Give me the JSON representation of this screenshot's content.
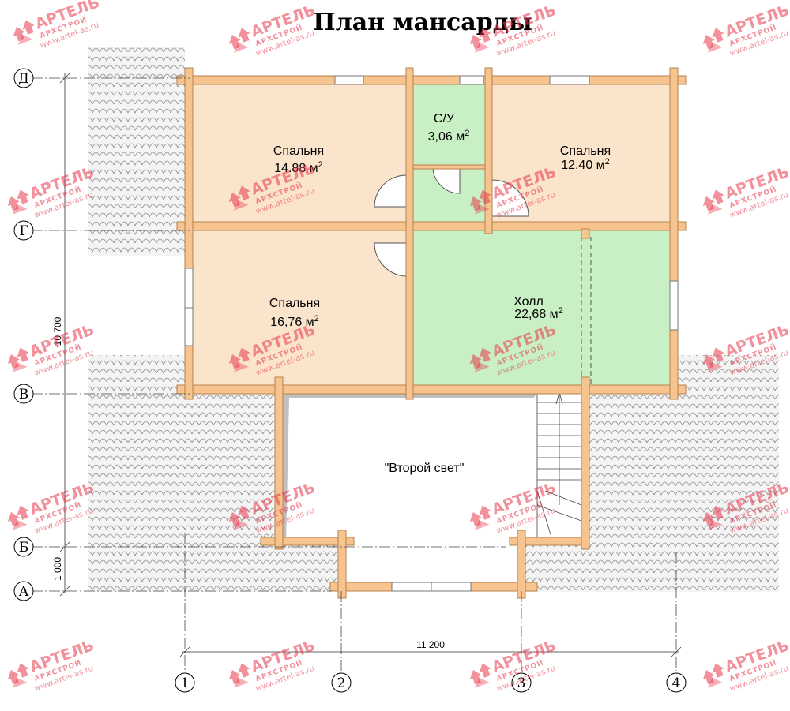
{
  "title": "План мансарды",
  "rooms": [
    {
      "id": "bedroom-1",
      "name": "Спальня",
      "area": "14.88 м",
      "unit_sup": "2"
    },
    {
      "id": "bathroom",
      "name": "С/У",
      "area": "3,06 м",
      "unit_sup": "2"
    },
    {
      "id": "bedroom-2",
      "name": "Спальня",
      "area": "12,40 м",
      "unit_sup": "2"
    },
    {
      "id": "bedroom-3",
      "name": "Спальня",
      "area": "16,76 м",
      "unit_sup": "2"
    },
    {
      "id": "hall",
      "name": "Холл",
      "area": "22,68 м",
      "unit_sup": "2"
    },
    {
      "id": "second-light",
      "name": "\"Второй свет\""
    }
  ],
  "axes": {
    "rows": [
      "Д",
      "Г",
      "В",
      "Б",
      "А"
    ],
    "columns": [
      "1",
      "2",
      "3",
      "4"
    ]
  },
  "dimensions": {
    "height_total": "10 700",
    "height_small": "1 000",
    "width_total": "11 200"
  },
  "watermark": {
    "brand": "АРТЕЛЬ",
    "sub": "АРХСТРОЙ",
    "url": "www.artel-as.ru"
  },
  "colors": {
    "bedroom": "#fbe4cc",
    "wet_zone": "#c9f0c4",
    "log": "#f7c48f",
    "roof_tile": "#cccccc"
  }
}
